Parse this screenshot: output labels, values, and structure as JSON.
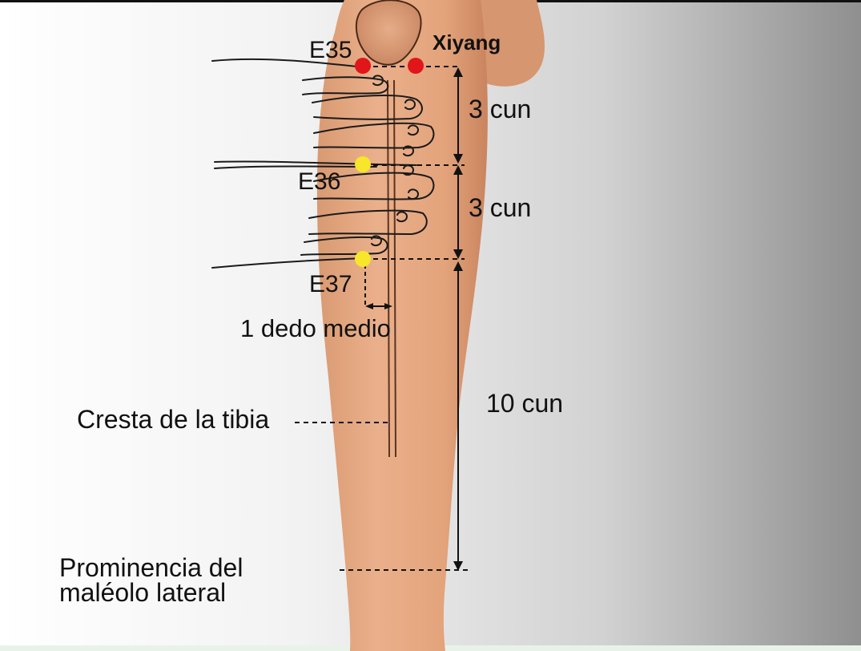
{
  "points": {
    "e35": {
      "label": "E35",
      "color": "#e0161a"
    },
    "xiyang": {
      "label": "Xiyang",
      "color": "#e0161a"
    },
    "e36": {
      "label": "E36",
      "color": "#f7e62a"
    },
    "e37": {
      "label": "E37",
      "color": "#f7e62a"
    }
  },
  "measurements": {
    "upper": "3 cun",
    "middle": "3 cun",
    "lower": "10 cun",
    "finger": "1 dedo medio"
  },
  "landmarks": {
    "tibia_crest": "Cresta de la tibia",
    "malleolus_line1": "Prominencia del",
    "malleolus_line2": "maléolo lateral"
  },
  "colors": {
    "skin": "#e2a47c",
    "skin_shadow": "#c9845e",
    "background_dark": "#8f8f8f",
    "line": "#111111"
  }
}
